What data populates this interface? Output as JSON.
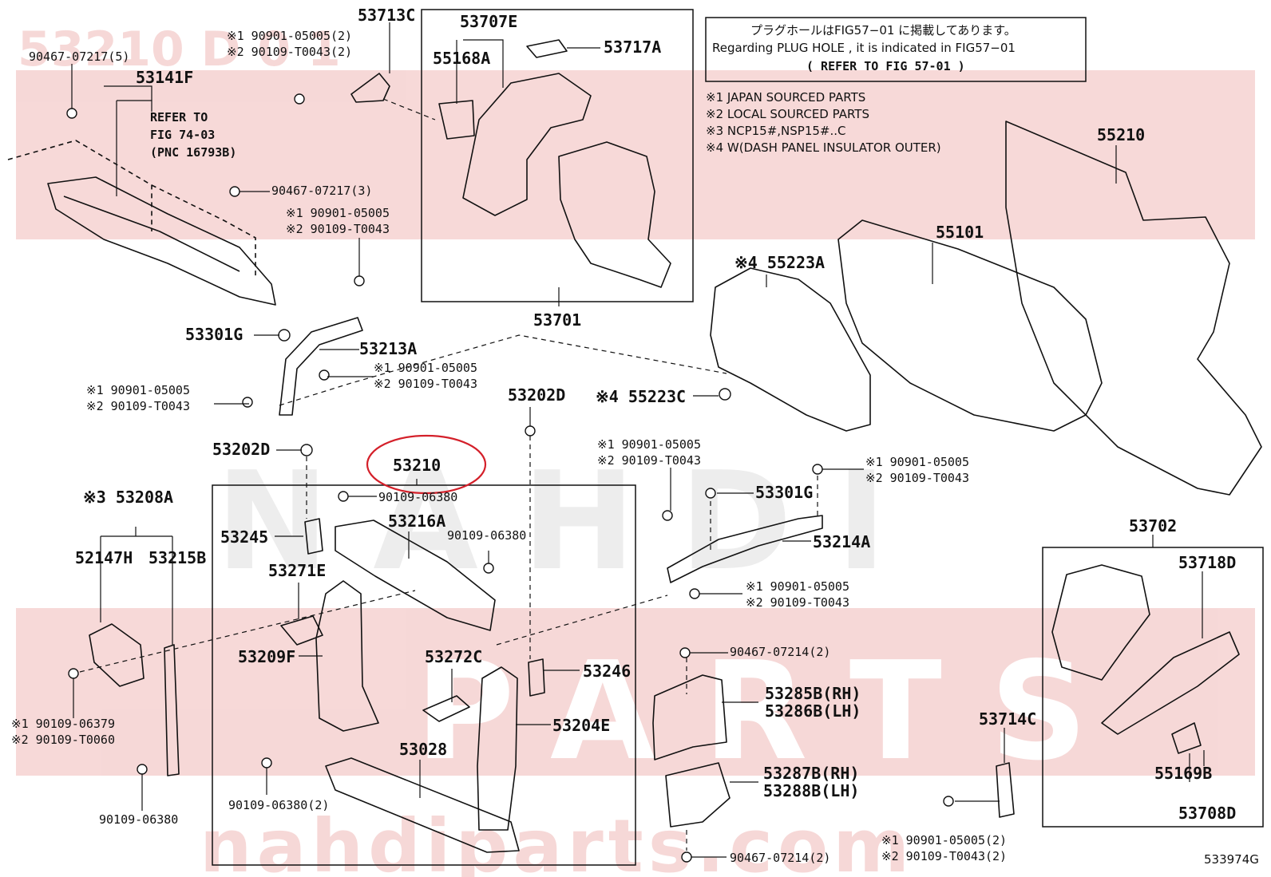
{
  "diagram_code": "533974G",
  "colors": {
    "watermark": "#d9534f",
    "line": "#111111",
    "highlight": "#d4202a"
  },
  "watermark": {
    "top_text": "53210  D 0 1",
    "brand_text": "NAHDI",
    "parts_text": "PARTS",
    "url_text": "nahdiparts.com"
  },
  "info_box": {
    "line_jp": "プラグホールはFIG57−01 に掲載してあります。",
    "line_en": "Regarding PLUG HOLE , it is indicated in FIG57−01",
    "line_ref": "(  REFER TO FIG 57-01 )"
  },
  "legend": [
    "※1 JAPAN SOURCED PARTS",
    "※2 LOCAL SOURCED PARTS",
    "※3 NCP15#,NSP15#..C",
    "※4 W(DASH PANEL INSULATOR OUTER)"
  ],
  "refer_note": [
    "REFER TO",
    "FIG 74-03",
    "(PNC 16793B)"
  ],
  "highlighted_part": "53210",
  "labels": {
    "l_90467_07217_5": "90467-07217(5)",
    "l_53141F": "53141F",
    "l_53713C": "53713C",
    "l_53713C_s1": "※1 90901-05005(2)",
    "l_53713C_s2": "※2 90109-T0043(2)",
    "l_53707E": "53707E",
    "l_55168A": "55168A",
    "l_53717A": "53717A",
    "l_53701": "53701",
    "l_90467_07217_3": "90467-07217(3)",
    "l_mid_s1": "※1 90901-05005",
    "l_mid_s2": "※2 90109-T0043",
    "l_53301G_l": "53301G",
    "l_53213A": "53213A",
    "l_213_s1": "※1 90901-05005",
    "l_213_s2": "※2 90109-T0043",
    "l_left_s1": "※1 90901-05005",
    "l_left_s2": "※2 90109-T0043",
    "l_53202D_r": "53202D",
    "l_53202D_l": "53202D",
    "l_53210": "53210",
    "l_90109_06380_a": "90109-06380",
    "l_53208A": "※3 53208A",
    "l_52147H": "52147H",
    "l_53215B": "53215B",
    "l_53245": "53245",
    "l_53216A": "53216A",
    "l_90109_06380_b": "90109-06380",
    "l_53271E": "53271E",
    "l_53209F": "53209F",
    "l_53272C": "53272C",
    "l_53246": "53246",
    "l_53204E": "53204E",
    "l_53028": "53028",
    "l_90109_06380_2": "90109-06380(2)",
    "l_90109_06380_c": "90109-06380",
    "l_bl_s1": "※1 90109-06379",
    "l_bl_s2": "※2 90109-T0060",
    "l_55223A": "※4 55223A",
    "l_55223C": "※4 55223C",
    "l_55101": "55101",
    "l_55210": "55210",
    "l_214_top_s1": "※1 90901-05005",
    "l_214_top_s2": "※2 90109-T0043",
    "l_r_s1": "※1 90901-05005",
    "l_r_s2": "※2 90109-T0043",
    "l_53301G_r": "53301G",
    "l_53214A": "53214A",
    "l_214_bot_s1": "※1 90901-05005",
    "l_214_bot_s2": "※2 90109-T0043",
    "l_90467_07214_2a": "90467-07214(2)",
    "l_53285B": "53285B(RH)",
    "l_53286B": "53286B(LH)",
    "l_53287B": "53287B(RH)",
    "l_53288B": "53288B(LH)",
    "l_90467_07214_2b": "90467-07214(2)",
    "l_53702": "53702",
    "l_53718D": "53718D",
    "l_53714C": "53714C",
    "l_55169B": "55169B",
    "l_53708D": "53708D",
    "l_br_s1": "※1 90901-05005(2)",
    "l_br_s2": "※2 90109-T0043(2)"
  }
}
